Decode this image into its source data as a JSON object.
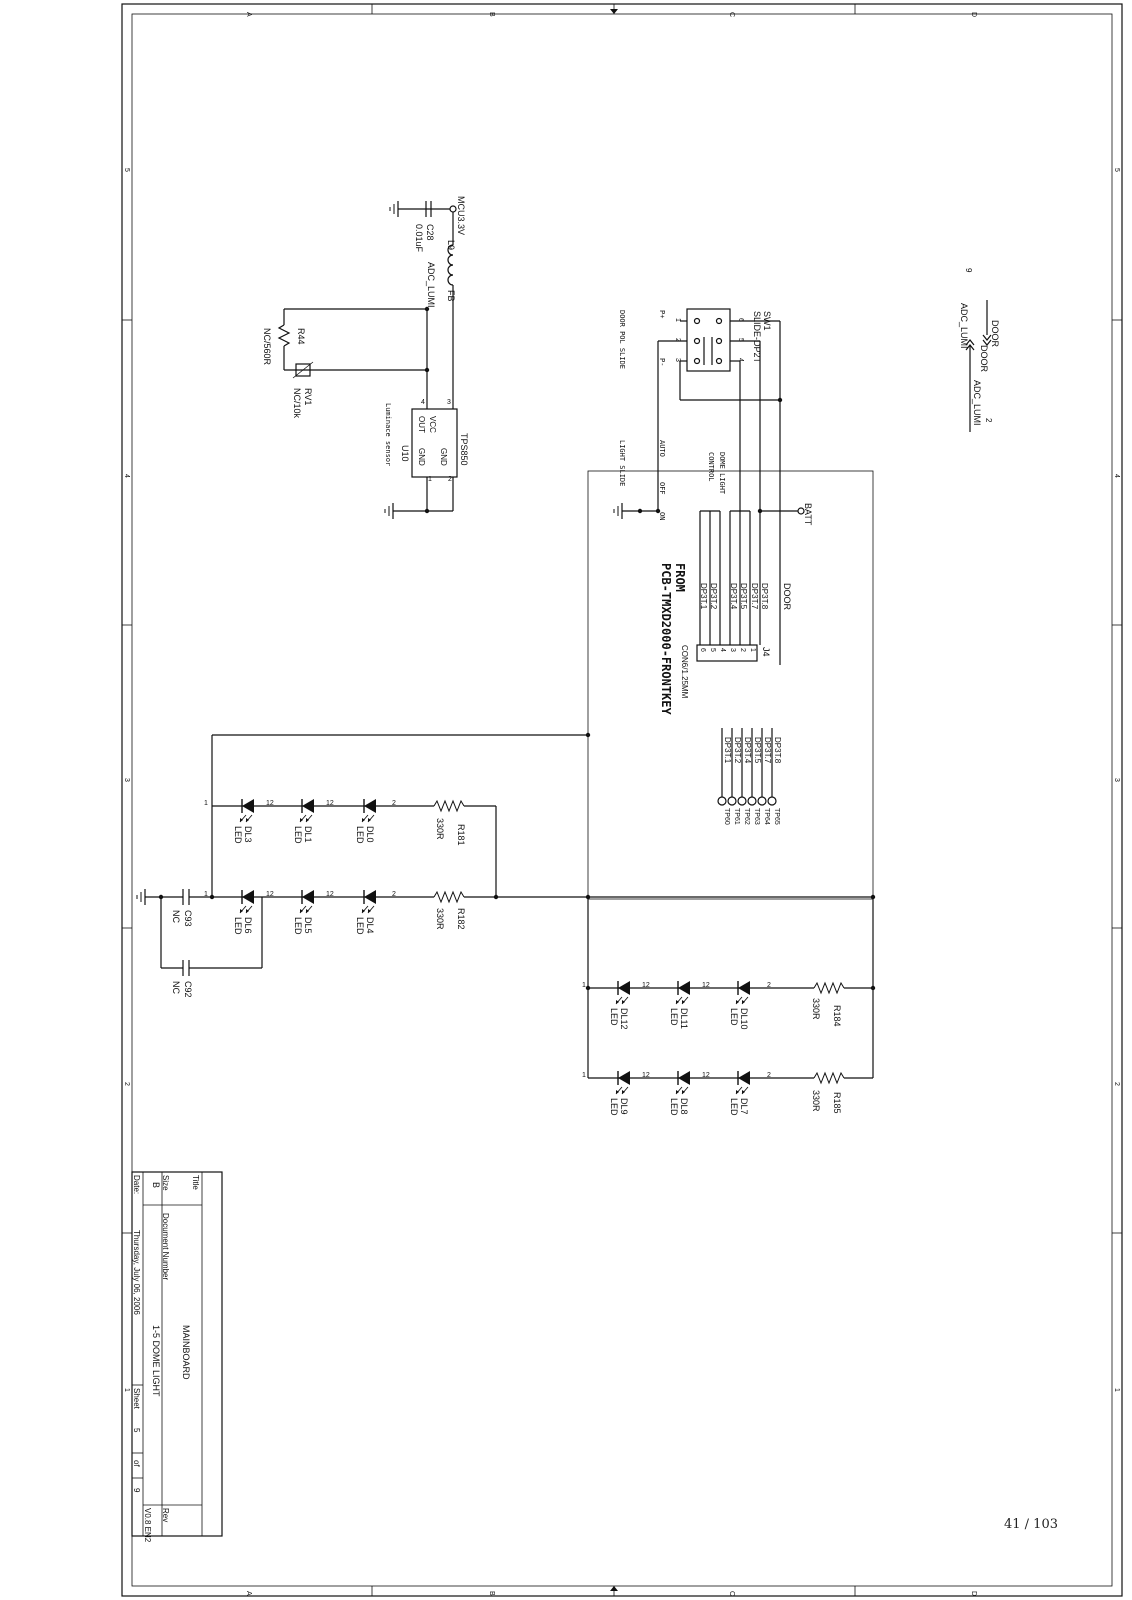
{
  "border": {
    "zones_top": [
      "A",
      "B",
      "C",
      "D"
    ],
    "zones_bottom": [
      "A",
      "B",
      "C",
      "D"
    ],
    "zones_left": [
      "5",
      "4",
      "3",
      "2",
      "1"
    ],
    "zones_right": [
      "5",
      "4",
      "3",
      "2",
      "1"
    ]
  },
  "title_block": {
    "title_label": "Title",
    "title_value": "MAINBOARD",
    "size_label": "Size",
    "size_value": "B",
    "docnum_label": "Document Number",
    "docnum_value": "1-5 DOME LIGHT",
    "rev_label": "Rev",
    "rev_value": "V0.8 EN2",
    "date_label": "Date:",
    "date_value": "Thursday, July 06, 2006",
    "sheet_label": "Sheet",
    "sheet_num": "5",
    "of_label": "of",
    "sheet_total": "9"
  },
  "power": {
    "mcu": "MCU3.3V",
    "batt": "BATT"
  },
  "components": {
    "c28_ref": "C28",
    "c28_val": "0.01uF",
    "l9_ref": "L9",
    "l9_val": "FB",
    "adc_net": "ADC_LUMI",
    "r44_ref": "R44",
    "r44_val": "NC/560R",
    "rv1_ref": "RV1",
    "rv1_val": "NC/10k",
    "u10_ref": "U10",
    "u10_part": "TPS850",
    "u10_desc": "Luminace sensor",
    "u10_vcc": "VCC",
    "u10_out": "OUT",
    "u10_gnd1": "GND",
    "u10_gnd2": "GND",
    "u10_p1": "1",
    "u10_p2": "2",
    "u10_p3": "3",
    "u10_p4": "4",
    "sw1_ref": "SW1",
    "sw1_part": "SLIDE-DP2T",
    "sw_pins": [
      "6",
      "5",
      "4",
      "1",
      "2",
      "3"
    ],
    "door_pol": "DOOR POL SLIDE",
    "light_slide": "LIGHT SLIDE",
    "p_plus": "P+",
    "p_minus": "P-",
    "auto_lbl": "AUTO",
    "off_lbl": "OFF",
    "on_lbl": "ON",
    "dome_light": "DOME LIGHT",
    "control": "CONTROL",
    "door_net": "DOOR",
    "j4_ref": "J4",
    "j4_part": "CON6/1.25MM",
    "j4_pins": [
      "1",
      "2",
      "3",
      "4",
      "5",
      "6"
    ],
    "dp_nets": [
      "DP3T.8",
      "DP3T.7",
      "DP3T.5",
      "DP3T.4",
      "DP3T.2",
      "DP3T.1"
    ],
    "from_line1": "FROM",
    "from_line2": "PCB-TMXD2000-FRONTKEY",
    "tp_nets": [
      "DP3T.8",
      "DP3T.7",
      "DP3T.5",
      "DP3T.4",
      "DP3T.2",
      "DP3T.1"
    ],
    "tp_refs": [
      "TP65",
      "TP64",
      "TP63",
      "TP62",
      "TP61",
      "TP60"
    ],
    "offpage_door": "DOOR",
    "offpage_adc": "ADC_LUMI",
    "offpage_door_page": "9",
    "offpage_adc_page": "2",
    "led_val": "LED",
    "res_val": "330R",
    "r181": "R181",
    "r182": "R182",
    "r184": "R184",
    "r185": "R185",
    "dl0": "DL0",
    "dl1": "DL1",
    "dl3": "DL3",
    "dl4": "DL4",
    "dl5": "DL5",
    "dl6": "DL6",
    "dl7": "DL7",
    "dl8": "DL8",
    "dl9": "DL9",
    "dl10": "DL10",
    "dl11": "DL11",
    "dl12": "DL12",
    "c93_ref": "C93",
    "c92_ref": "C92",
    "nc": "NC",
    "pin1": "1",
    "pin2": "2",
    "pin12": "12"
  },
  "page_number": "41 / 103"
}
